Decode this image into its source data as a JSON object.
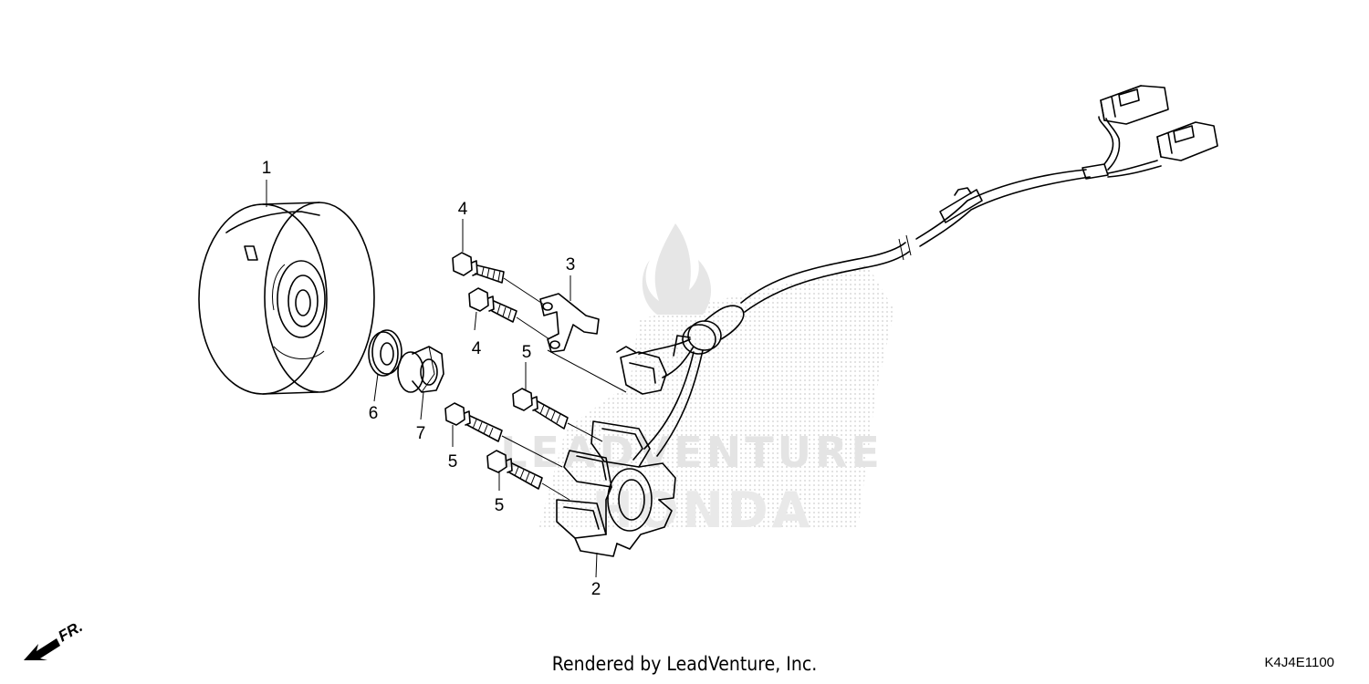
{
  "watermark": {
    "text": "LEADVENTURE",
    "brand": "HONDA"
  },
  "callouts": [
    {
      "id": "1",
      "label": "1"
    },
    {
      "id": "2",
      "label": "2"
    },
    {
      "id": "3",
      "label": "3"
    },
    {
      "id": "4a",
      "label": "4"
    },
    {
      "id": "4b",
      "label": "4"
    },
    {
      "id": "5a",
      "label": "5"
    },
    {
      "id": "5b",
      "label": "5"
    },
    {
      "id": "5c",
      "label": "5"
    },
    {
      "id": "6",
      "label": "6"
    },
    {
      "id": "7",
      "label": "7"
    }
  ],
  "front_indicator": {
    "label": "FR."
  },
  "footer": {
    "credit": "Rendered by LeadVenture, Inc.",
    "diagram_code": "K4J4E1100"
  },
  "colors": {
    "line": "#000000",
    "watermark": "#e4e4e4",
    "background": "#ffffff"
  }
}
